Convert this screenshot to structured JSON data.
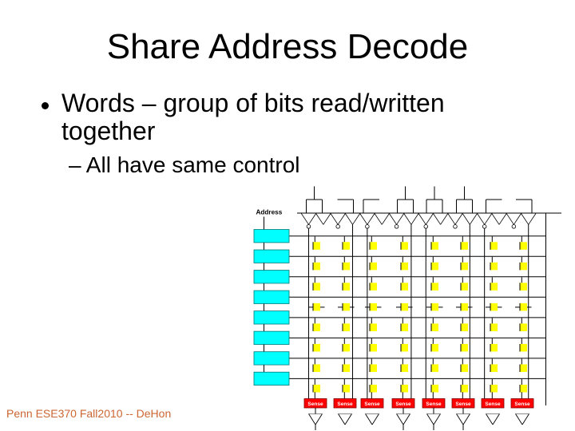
{
  "slide": {
    "title": "Share Address Decode",
    "bullets": [
      {
        "lines": [
          "Words – group of bits read/written",
          "together"
        ],
        "sub_bullets": [
          "– All have same control"
        ]
      }
    ],
    "footer": "Penn ESE370 Fall2010 -- DeHon"
  },
  "diagram": {
    "address_label": "Address",
    "sense_label": "Sense",
    "num_words": 8,
    "num_bit_columns": 8,
    "num_sense_amps": 8,
    "colors": {
      "word_driver_fill": "#00FFFF",
      "word_driver_edge": "#007878",
      "cell_fill": "#FFFF00",
      "sense_fill": "#FF0000",
      "sense_edge": "#7F0000",
      "sense_text": "#FFFFFF",
      "wire": "#000000",
      "amp_top_edge": "#999999"
    }
  },
  "footer_color": "#CC6633"
}
